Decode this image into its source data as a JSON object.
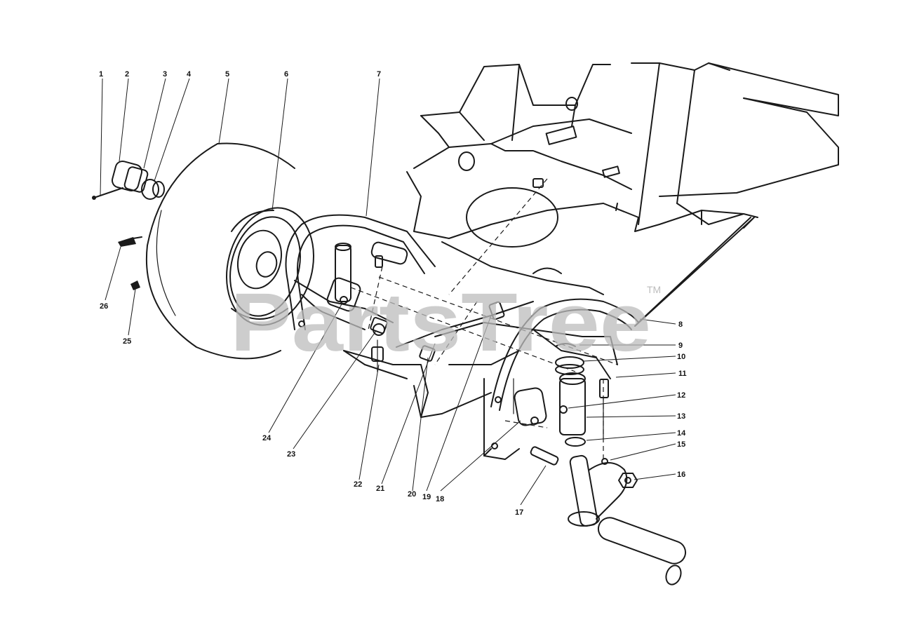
{
  "watermark": {
    "brand": "PartsTree",
    "trademark": "TM"
  },
  "callouts": [
    {
      "label": "1"
    },
    {
      "label": "2"
    },
    {
      "label": "3"
    },
    {
      "label": "4"
    },
    {
      "label": "5"
    },
    {
      "label": "6"
    },
    {
      "label": "7"
    },
    {
      "label": "8"
    },
    {
      "label": "9"
    },
    {
      "label": "10"
    },
    {
      "label": "11"
    },
    {
      "label": "12"
    },
    {
      "label": "13"
    },
    {
      "label": "14"
    },
    {
      "label": "15"
    },
    {
      "label": "16"
    },
    {
      "label": "17"
    },
    {
      "label": "18"
    },
    {
      "label": "19"
    },
    {
      "label": "20"
    },
    {
      "label": "21"
    },
    {
      "label": "22"
    },
    {
      "label": "23"
    },
    {
      "label": "24"
    },
    {
      "label": "25"
    },
    {
      "label": "26"
    }
  ],
  "colors": {
    "line": "#1a1a1a",
    "watermark": "#bdbdbd",
    "background": "#ffffff"
  }
}
